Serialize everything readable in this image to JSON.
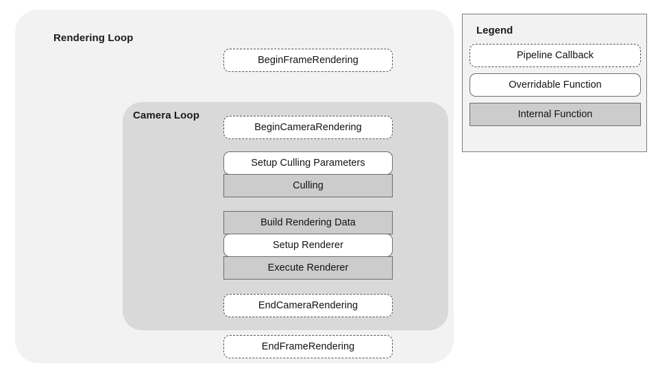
{
  "diagram": {
    "outer_group": {
      "title": "Rendering Loop",
      "background": "#F2F2F2"
    },
    "inner_group": {
      "title": "Camera Loop",
      "background": "#D9D9D9"
    },
    "nodes": [
      {
        "label": "BeginFrameRendering",
        "kind": "callback"
      },
      {
        "label": "BeginCameraRendering",
        "kind": "callback"
      },
      {
        "label": "Setup Culling Parameters",
        "kind": "overridable"
      },
      {
        "label": "Culling",
        "kind": "internal"
      },
      {
        "label": "Build Rendering Data",
        "kind": "internal"
      },
      {
        "label": "Setup Renderer",
        "kind": "overridable"
      },
      {
        "label": "Execute Renderer",
        "kind": "internal"
      },
      {
        "label": "EndCameraRendering",
        "kind": "callback"
      },
      {
        "label": "EndFrameRendering",
        "kind": "callback"
      }
    ]
  },
  "legend": {
    "title": "Legend",
    "items": [
      {
        "label": "Pipeline Callback",
        "kind": "callback",
        "fill": "#FFFFFF"
      },
      {
        "label": "Overridable Function",
        "kind": "overridable",
        "fill": "#FFFFFF"
      },
      {
        "label": "Internal Function",
        "kind": "internal",
        "fill": "#CCCCCC"
      }
    ]
  }
}
